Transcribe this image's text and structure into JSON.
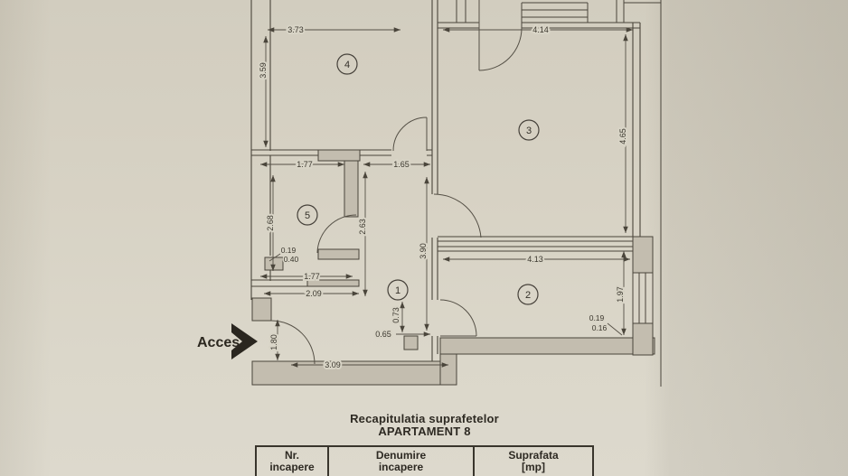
{
  "plan": {
    "access_label": "Acces",
    "rooms": {
      "r1": "1",
      "r2": "2",
      "r3": "3",
      "r4": "4",
      "r5": "5"
    },
    "dims": {
      "d373": "3.73",
      "d414": "4.14",
      "d359": "3.59",
      "d465": "4.65",
      "d177a": "1.77",
      "d165": "1.65",
      "d268": "2.68",
      "d263": "2.63",
      "d390": "3.90",
      "d413": "4.13",
      "d197": "1.97",
      "d019a": "0.19",
      "d040": "0.40",
      "d177b": "1.77",
      "d209": "2.09",
      "d073": "0.73",
      "d065": "0.65",
      "d019b": "0.19",
      "d016": "0.16",
      "d180": "1.80",
      "d309": "3.09"
    }
  },
  "summary": {
    "title": "Recapitulatia suprafetelor",
    "subtitle": "APARTAMENT 8",
    "table": {
      "col1": {
        "line1": "Nr.",
        "line2": "incapere"
      },
      "col2": {
        "line1": "Denumire",
        "line2": "incapere"
      },
      "col3": {
        "line1": "Suprafata",
        "line2": "[mp]"
      }
    }
  },
  "colors": {
    "paper": "#d7d2c4",
    "ink": "#4a453b",
    "wall_fill": "#c3bdaf"
  }
}
